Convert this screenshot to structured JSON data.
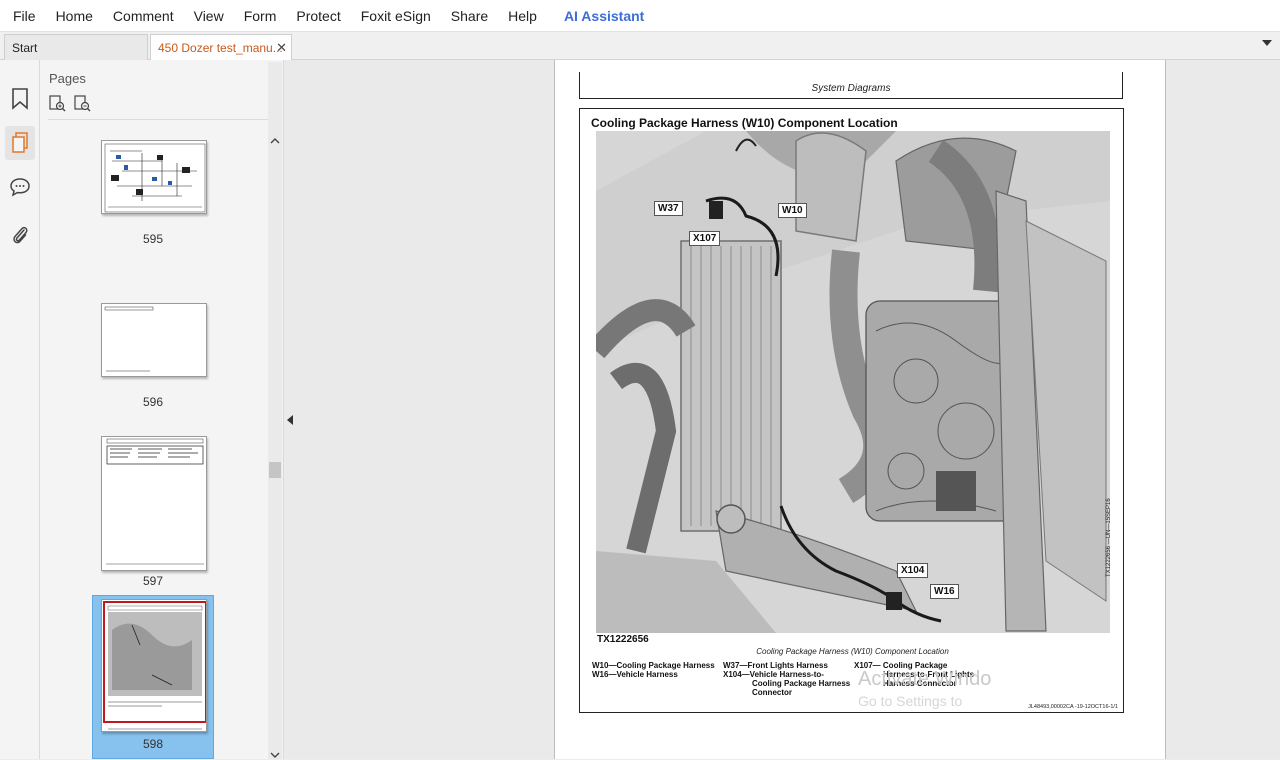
{
  "menu": [
    "File",
    "Home",
    "Comment",
    "View",
    "Form",
    "Protect",
    "Foxit eSign",
    "Share",
    "Help"
  ],
  "ai_assistant": "AI Assistant",
  "tabs": {
    "start": "Start",
    "document": "450 Dozer test_manu...",
    "close_glyph": "✕"
  },
  "rail_icons": [
    "bookmark-icon",
    "pages-icon",
    "comment-icon",
    "attachment-icon"
  ],
  "panel": {
    "title": "Pages",
    "tools": [
      "page-zoom-in-icon",
      "page-zoom-out-icon"
    ],
    "thumbnails": [
      {
        "number": "595",
        "selected": false
      },
      {
        "number": "596",
        "selected": false
      },
      {
        "number": "597",
        "selected": false
      },
      {
        "number": "598",
        "selected": true
      }
    ]
  },
  "document": {
    "section_header": "System Diagrams",
    "figure_title": "Cooling Package Harness (W10) Component Location",
    "image_ref": "TX1222656",
    "side_ref": "TX1222656 —UN—15SEP16",
    "caption": "Cooling Package Harness (W10) Component Location",
    "callouts": [
      "W37",
      "W10",
      "X107",
      "X104",
      "W16"
    ],
    "legend": {
      "col1": [
        "W10—Cooling Package Harness",
        "W16—Vehicle Harness"
      ],
      "col2": [
        "W37—Front Lights Harness",
        "X104—Vehicle Harness-to-",
        "Cooling Package Harness",
        "Connector"
      ],
      "col3": [
        "X107— Cooling Package",
        "Harness-to-Front Lights",
        "Harness Connector"
      ]
    },
    "footer_code": "JL48493,00002CA -19-12OCT16-1/1"
  },
  "watermark": {
    "line1": "Activate Windo",
    "line2": "Go to Settings to"
  }
}
